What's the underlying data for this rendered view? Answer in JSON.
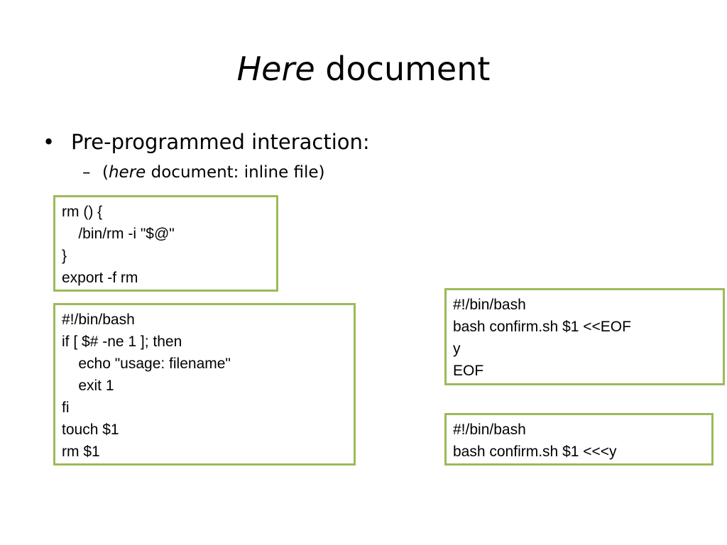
{
  "slide": {
    "title_italic": "Here",
    "title_rest": " document",
    "bullet": {
      "marker": "•",
      "text": "Pre-programmed interaction:"
    },
    "subbullet": {
      "marker": "–",
      "open": "(",
      "italic": "here",
      "rest": " document: inline file)"
    }
  },
  "code_boxes": [
    {
      "lines": [
        "rm () {",
        "    /bin/rm -i \"$@\"",
        "}",
        "export -f rm"
      ]
    },
    {
      "lines": [
        "#!/bin/bash",
        "if [ $# -ne 1 ]; then",
        "    echo \"usage: filename\"",
        "    exit 1",
        "fi",
        "touch $1",
        "rm $1"
      ]
    },
    {
      "lines": [
        "#!/bin/bash",
        "bash confirm.sh $1 <<EOF",
        "y",
        "EOF"
      ]
    },
    {
      "lines": [
        "#!/bin/bash",
        "bash confirm.sh $1 <<<y"
      ]
    }
  ],
  "colors": {
    "box_border": "#9bbb59",
    "background": "#ffffff",
    "text": "#000000"
  }
}
